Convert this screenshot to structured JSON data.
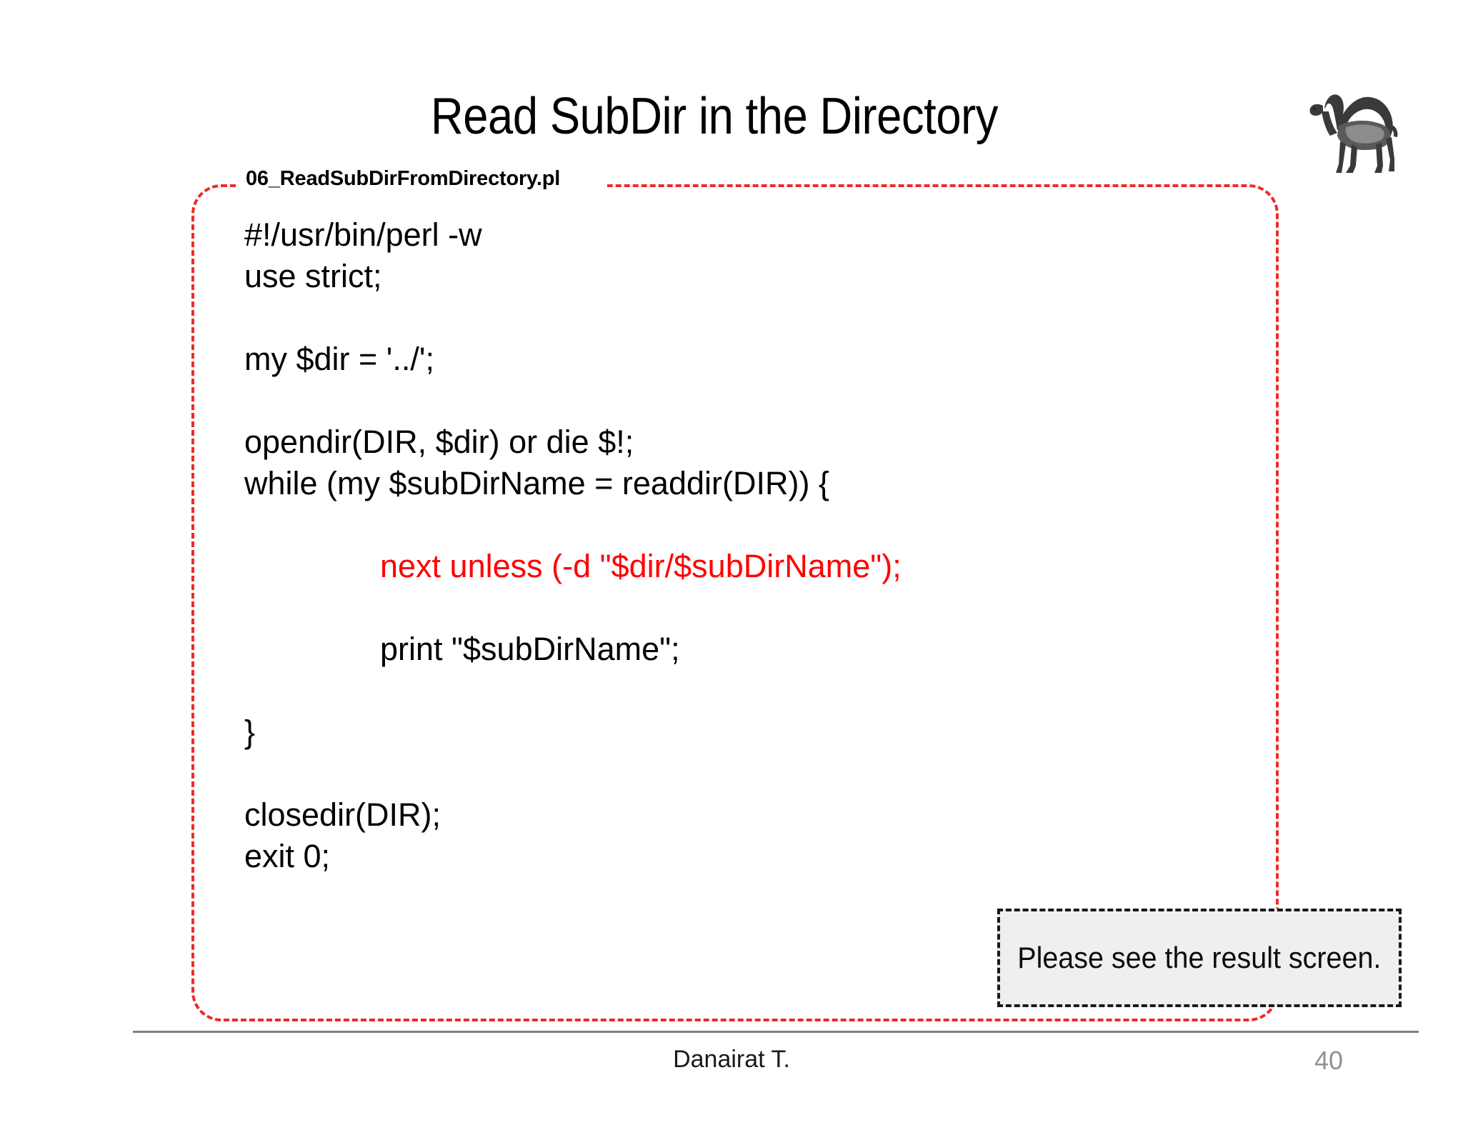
{
  "slide": {
    "title": "Read SubDir in the Directory",
    "logo_icon": "perl-camel-icon",
    "accent_color": "#ef2a25",
    "highlight_color": "#ff0000"
  },
  "code_panel": {
    "filename": "06_ReadSubDirFromDirectory.pl",
    "border_color": "#ef2a25",
    "lines": [
      {
        "text": "#!/usr/bin/perl -w",
        "indent": 0,
        "highlight": false
      },
      {
        "text": "use strict;",
        "indent": 0,
        "highlight": false
      },
      {
        "text": "",
        "indent": 0,
        "highlight": false
      },
      {
        "text": "my $dir = '../';",
        "indent": 0,
        "highlight": false
      },
      {
        "text": "",
        "indent": 0,
        "highlight": false
      },
      {
        "text": "opendir(DIR, $dir) or die $!;",
        "indent": 0,
        "highlight": false
      },
      {
        "text": "while (my $subDirName = readdir(DIR)) {",
        "indent": 0,
        "highlight": false
      },
      {
        "text": "",
        "indent": 0,
        "highlight": false
      },
      {
        "text": "next unless (-d \"$dir/$subDirName\");",
        "indent": 1,
        "highlight": true
      },
      {
        "text": "",
        "indent": 0,
        "highlight": false
      },
      {
        "text": "print \"$subDirName\";",
        "indent": 1,
        "highlight": false
      },
      {
        "text": "",
        "indent": 0,
        "highlight": false
      },
      {
        "text": "}",
        "indent": 0,
        "highlight": false
      },
      {
        "text": "",
        "indent": 0,
        "highlight": false
      },
      {
        "text": "closedir(DIR);",
        "indent": 0,
        "highlight": false
      },
      {
        "text": "exit 0;",
        "indent": 0,
        "highlight": false
      }
    ]
  },
  "note": {
    "text": "Please see the result screen.",
    "background_color": "#efeff1",
    "border_color": "#1a1a1a"
  },
  "footer": {
    "author": "Danairat T.",
    "page_number": "40"
  }
}
